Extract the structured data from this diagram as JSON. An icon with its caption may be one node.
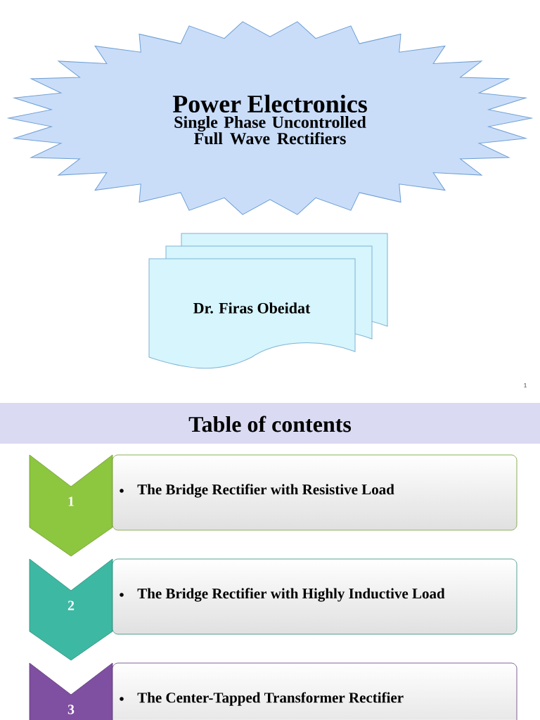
{
  "diagram": {
    "nodes": [
      {
        "text": [
          "Power Electronics",
          "Single Phase Uncontrolled Full Wave Rectifiers"
        ]
      },
      {
        "text": [
          "Dr. Firas Obeidat"
        ]
      },
      {
        "text": [
          "Table of contents"
        ]
      },
      {
        "text": [
          "1"
        ]
      },
      {
        "text": [
          "The Bridge Rectifier with Resistive Load"
        ]
      },
      {
        "text": [
          "2"
        ]
      },
      {
        "text": [
          "The Bridge Rectifier with Highly Inductive Load"
        ]
      },
      {
        "text": [
          "3"
        ]
      },
      {
        "text": [
          "The Center-Tapped Transformer Rectifier"
        ]
      }
    ],
    "labels": [
      "1"
    ]
  }
}
